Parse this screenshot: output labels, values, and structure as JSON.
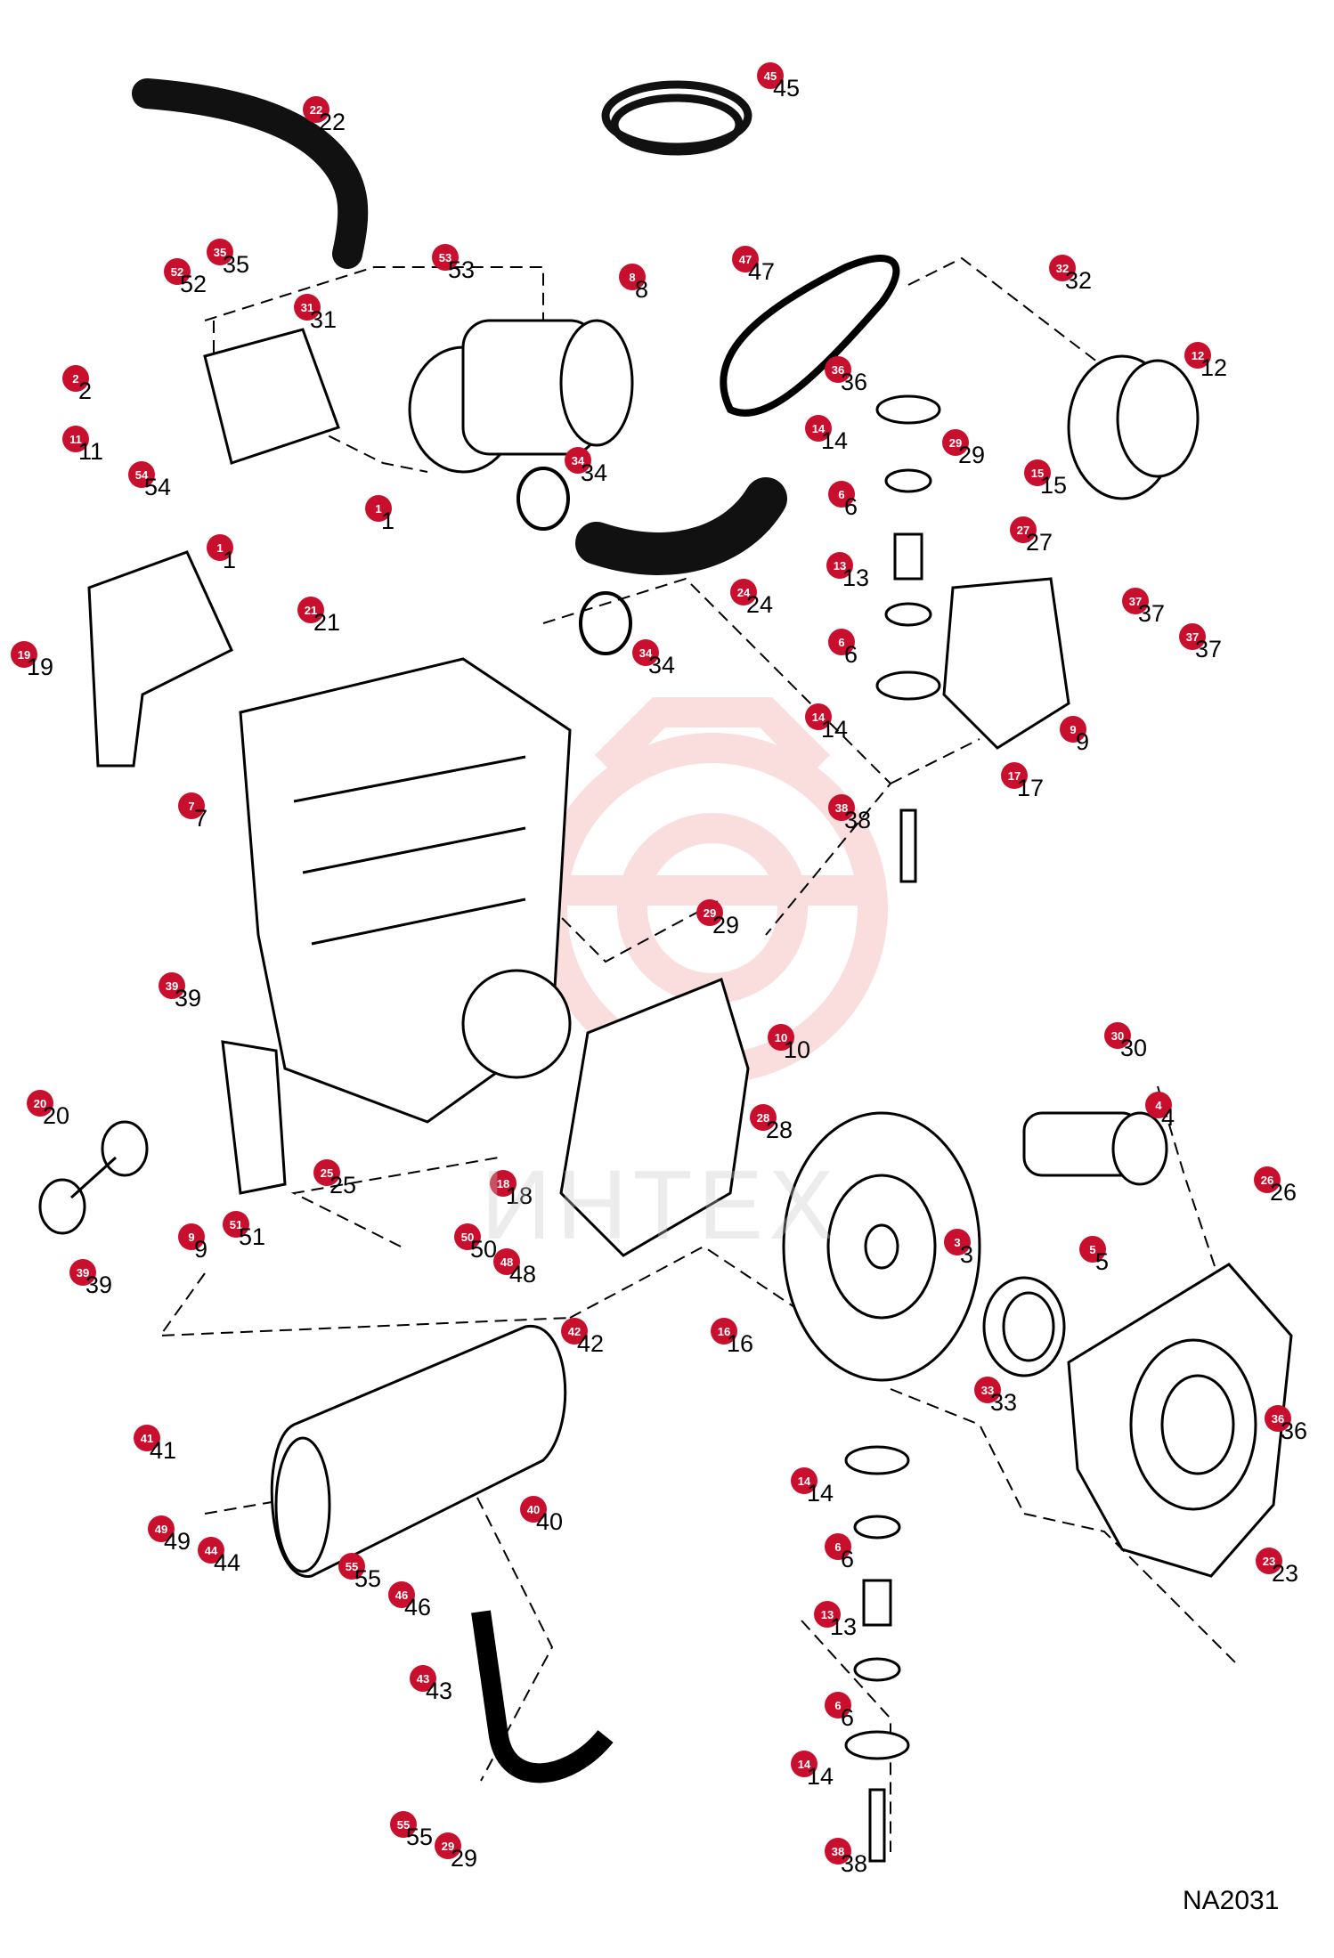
{
  "diagram_code": "NA2031",
  "watermark_text": "ИНТЕХ",
  "colors": {
    "badge": "#c8102e",
    "line": "#000000",
    "watermark": "#f4b6b6"
  },
  "callouts": [
    {
      "n": "45"
    },
    {
      "n": "22"
    },
    {
      "n": "35"
    },
    {
      "n": "52"
    },
    {
      "n": "53"
    },
    {
      "n": "8"
    },
    {
      "n": "47"
    },
    {
      "n": "32"
    },
    {
      "n": "31"
    },
    {
      "n": "2"
    },
    {
      "n": "36"
    },
    {
      "n": "12"
    },
    {
      "n": "11"
    },
    {
      "n": "14"
    },
    {
      "n": "29"
    },
    {
      "n": "54"
    },
    {
      "n": "34"
    },
    {
      "n": "15"
    },
    {
      "n": "6"
    },
    {
      "n": "1"
    },
    {
      "n": "27"
    },
    {
      "n": "1"
    },
    {
      "n": "13"
    },
    {
      "n": "21"
    },
    {
      "n": "24"
    },
    {
      "n": "37"
    },
    {
      "n": "37"
    },
    {
      "n": "19"
    },
    {
      "n": "34"
    },
    {
      "n": "6"
    },
    {
      "n": "14"
    },
    {
      "n": "9"
    },
    {
      "n": "17"
    },
    {
      "n": "7"
    },
    {
      "n": "38"
    },
    {
      "n": "29"
    },
    {
      "n": "39"
    },
    {
      "n": "10"
    },
    {
      "n": "30"
    },
    {
      "n": "20"
    },
    {
      "n": "4"
    },
    {
      "n": "28"
    },
    {
      "n": "25"
    },
    {
      "n": "26"
    },
    {
      "n": "18"
    },
    {
      "n": "9"
    },
    {
      "n": "51"
    },
    {
      "n": "3"
    },
    {
      "n": "50"
    },
    {
      "n": "48"
    },
    {
      "n": "39"
    },
    {
      "n": "5"
    },
    {
      "n": "16"
    },
    {
      "n": "42"
    },
    {
      "n": "33"
    },
    {
      "n": "36"
    },
    {
      "n": "41"
    },
    {
      "n": "14"
    },
    {
      "n": "40"
    },
    {
      "n": "49"
    },
    {
      "n": "44"
    },
    {
      "n": "6"
    },
    {
      "n": "55"
    },
    {
      "n": "23"
    },
    {
      "n": "46"
    },
    {
      "n": "13"
    },
    {
      "n": "43"
    },
    {
      "n": "6"
    },
    {
      "n": "14"
    },
    {
      "n": "55"
    },
    {
      "n": "29"
    },
    {
      "n": "38"
    }
  ]
}
